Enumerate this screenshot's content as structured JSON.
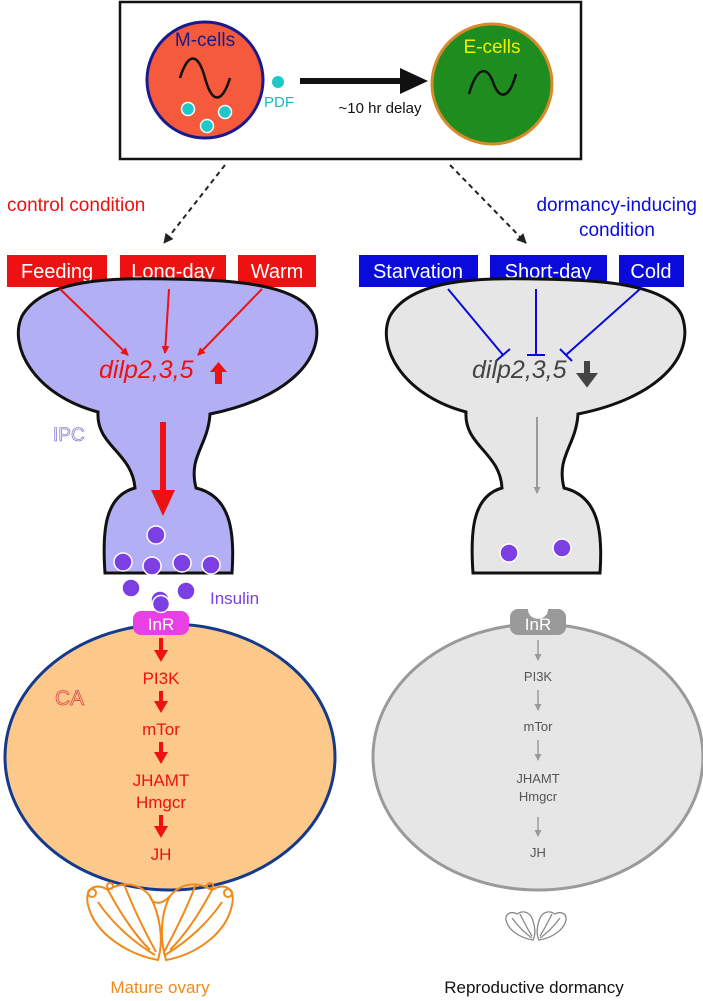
{
  "clock": {
    "m_cells": "M-cells",
    "e_cells": "E-cells",
    "pdf": "PDF",
    "delay": "~10 hr delay"
  },
  "left": {
    "condition": "control condition",
    "inputs": [
      "Feeding",
      "Long-day",
      "Warm"
    ],
    "dilp": "dilp2,3,5",
    "ipc": "IPC",
    "insulin": "Insulin",
    "receptor": "InR",
    "ca": "CA",
    "pathway": [
      "PI3K",
      "mTor",
      "JHAMT",
      "Hmgcr",
      "JH"
    ],
    "outcome": "Mature ovary"
  },
  "right": {
    "condition_line1": "dormancy-inducing",
    "condition_line2": "condition",
    "inputs": [
      "Starvation",
      "Short-day",
      "Cold"
    ],
    "dilp": "dilp2,3,5",
    "receptor": "InR",
    "pathway": [
      "PI3K",
      "mTor",
      "JHAMT",
      "Hmgcr",
      "JH"
    ],
    "outcome": "Reproductive dormancy"
  },
  "colors": {
    "red": "#ee1111",
    "blue": "#0a0adc",
    "ipc_fill": "#b3aff5",
    "insulin_dot": "#7b3fe4",
    "receptor": "#e940e6",
    "ca_fill": "#fdc98a",
    "ca_stroke": "#143a8c",
    "gray": "#9a9a9a",
    "gray_fill": "#e6e6e6",
    "ovary": "#f08a1a",
    "m_cell_fill": "#f55a3c",
    "e_cell_fill": "#1e8c1e",
    "pdf_dot": "#1ec8c8"
  }
}
